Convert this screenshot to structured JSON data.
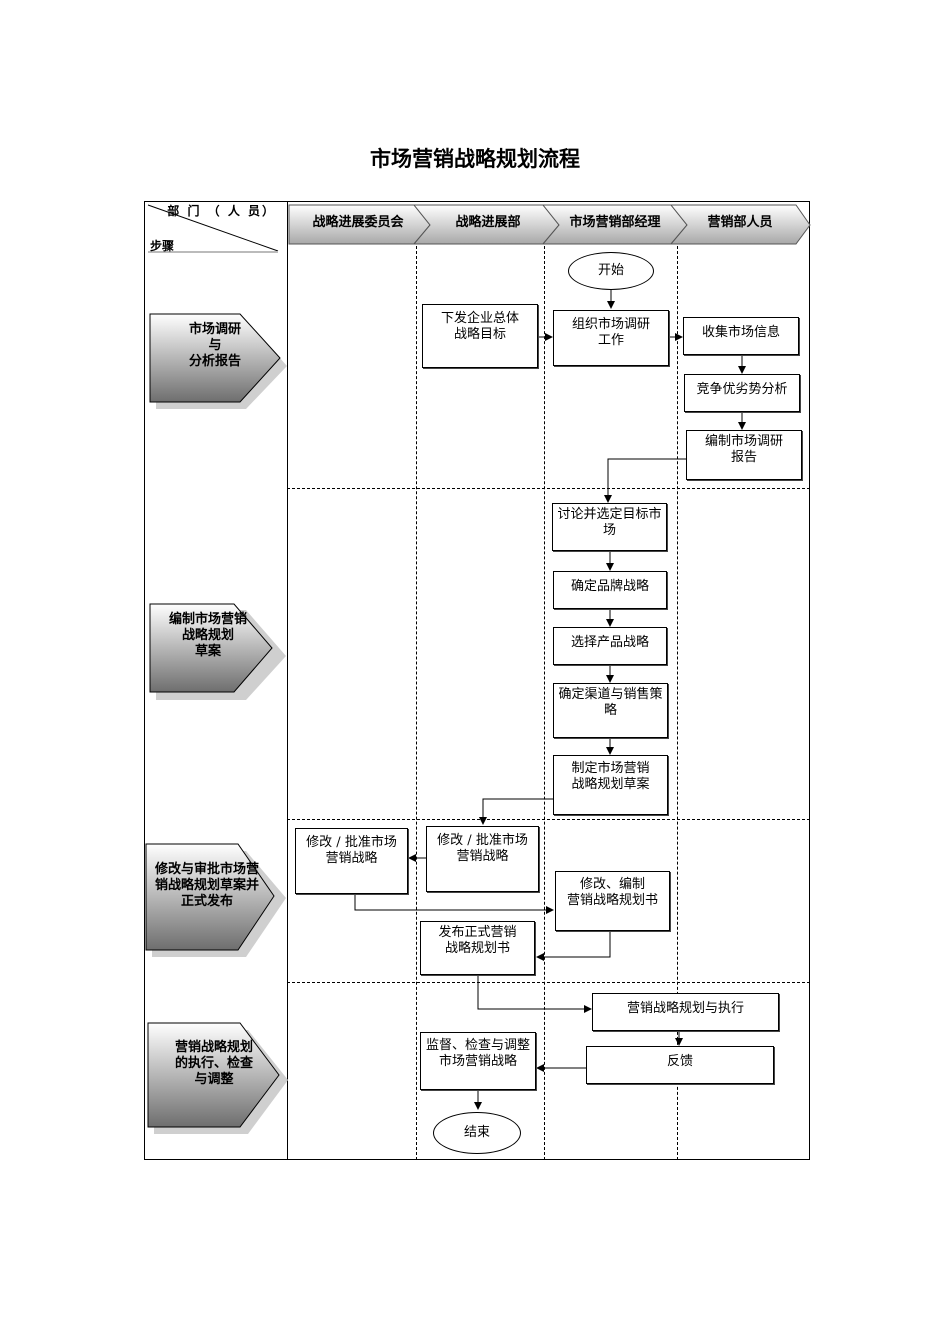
{
  "title": "市场营销战略规划流程",
  "corner": {
    "dept": "部 门 （ 人 员）",
    "step": "步骤"
  },
  "departments": [
    "战略进展委员会",
    "战略进展部",
    "市场营销部经理",
    "营销部人员"
  ],
  "stages": [
    {
      "lines": [
        "市场调研",
        "与",
        "分析报告"
      ]
    },
    {
      "lines": [
        "编制市场营销",
        "战略规划",
        "草案"
      ]
    },
    {
      "lines": [
        "修改与审批市场营",
        "销战略规划草案并",
        "正式发布"
      ]
    },
    {
      "lines": [
        "营销战略规划",
        "的执行、检查",
        "与调整"
      ]
    }
  ],
  "nodes": {
    "start": "开始",
    "issue_goal": [
      "下发企业总体",
      "战略目标"
    ],
    "organize_research": [
      "组织市场调研",
      "工作"
    ],
    "collect_info": "收集市场信息",
    "competitive_analysis": "竞争优劣势分析",
    "compile_report": [
      "编制市场调研",
      "报告"
    ],
    "discuss_target": [
      "讨论并选定目标市",
      "场"
    ],
    "brand_strategy": "确定品牌战略",
    "product_strategy": "选择产品战略",
    "channel_strategy": [
      "确定渠道与销售策",
      "略"
    ],
    "draft_plan": [
      "制定市场营销",
      "战略规划草案"
    ],
    "approve_committee": [
      "修改 / 批准市场",
      "营销战略"
    ],
    "approve_dept": [
      "修改 / 批准市场",
      "营销战略"
    ],
    "revise_plan": [
      "修改、编制",
      "营销战略规划书"
    ],
    "publish_plan": [
      "发布正式营销",
      "战略规划书"
    ],
    "execute_plan": "营销战略规划与执行",
    "feedback": "反馈",
    "monitor_adjust": [
      "监督、检查与调整",
      "市场营销战略"
    ],
    "end": "结束"
  }
}
